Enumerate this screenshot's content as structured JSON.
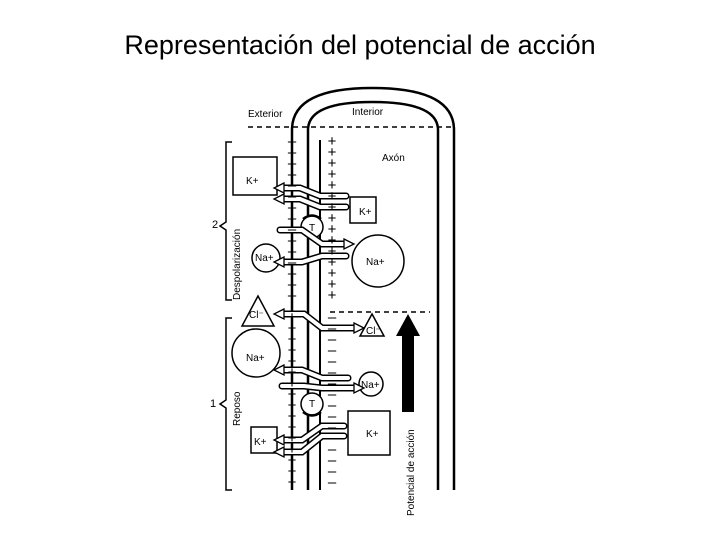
{
  "title": "Representación del potencial de acción",
  "diagram": {
    "exterior_label": "Exterior",
    "interior_label": "Interior",
    "axon_label": "Axón",
    "brace_top_number": "2",
    "brace_top_label": "Despolarización",
    "brace_bottom_number": "1",
    "brace_bottom_label": "Reposo",
    "action_potential_label": "Potencial de acción",
    "ions": {
      "k_out_top": "K+",
      "k_in_top": "K+",
      "t_top": "T",
      "na_out_top": "Na+",
      "na_in_top": "Na+",
      "cl_out": "Cl⁻",
      "cl_in": "Cl⁻",
      "na_out_bottom": "Na+",
      "na_in_bottom": "Na+",
      "t_bottom": "T",
      "k_out_bottom": "K+",
      "k_in_bottom": "K+"
    },
    "signs": {
      "plus": "+",
      "minus": "–"
    }
  }
}
